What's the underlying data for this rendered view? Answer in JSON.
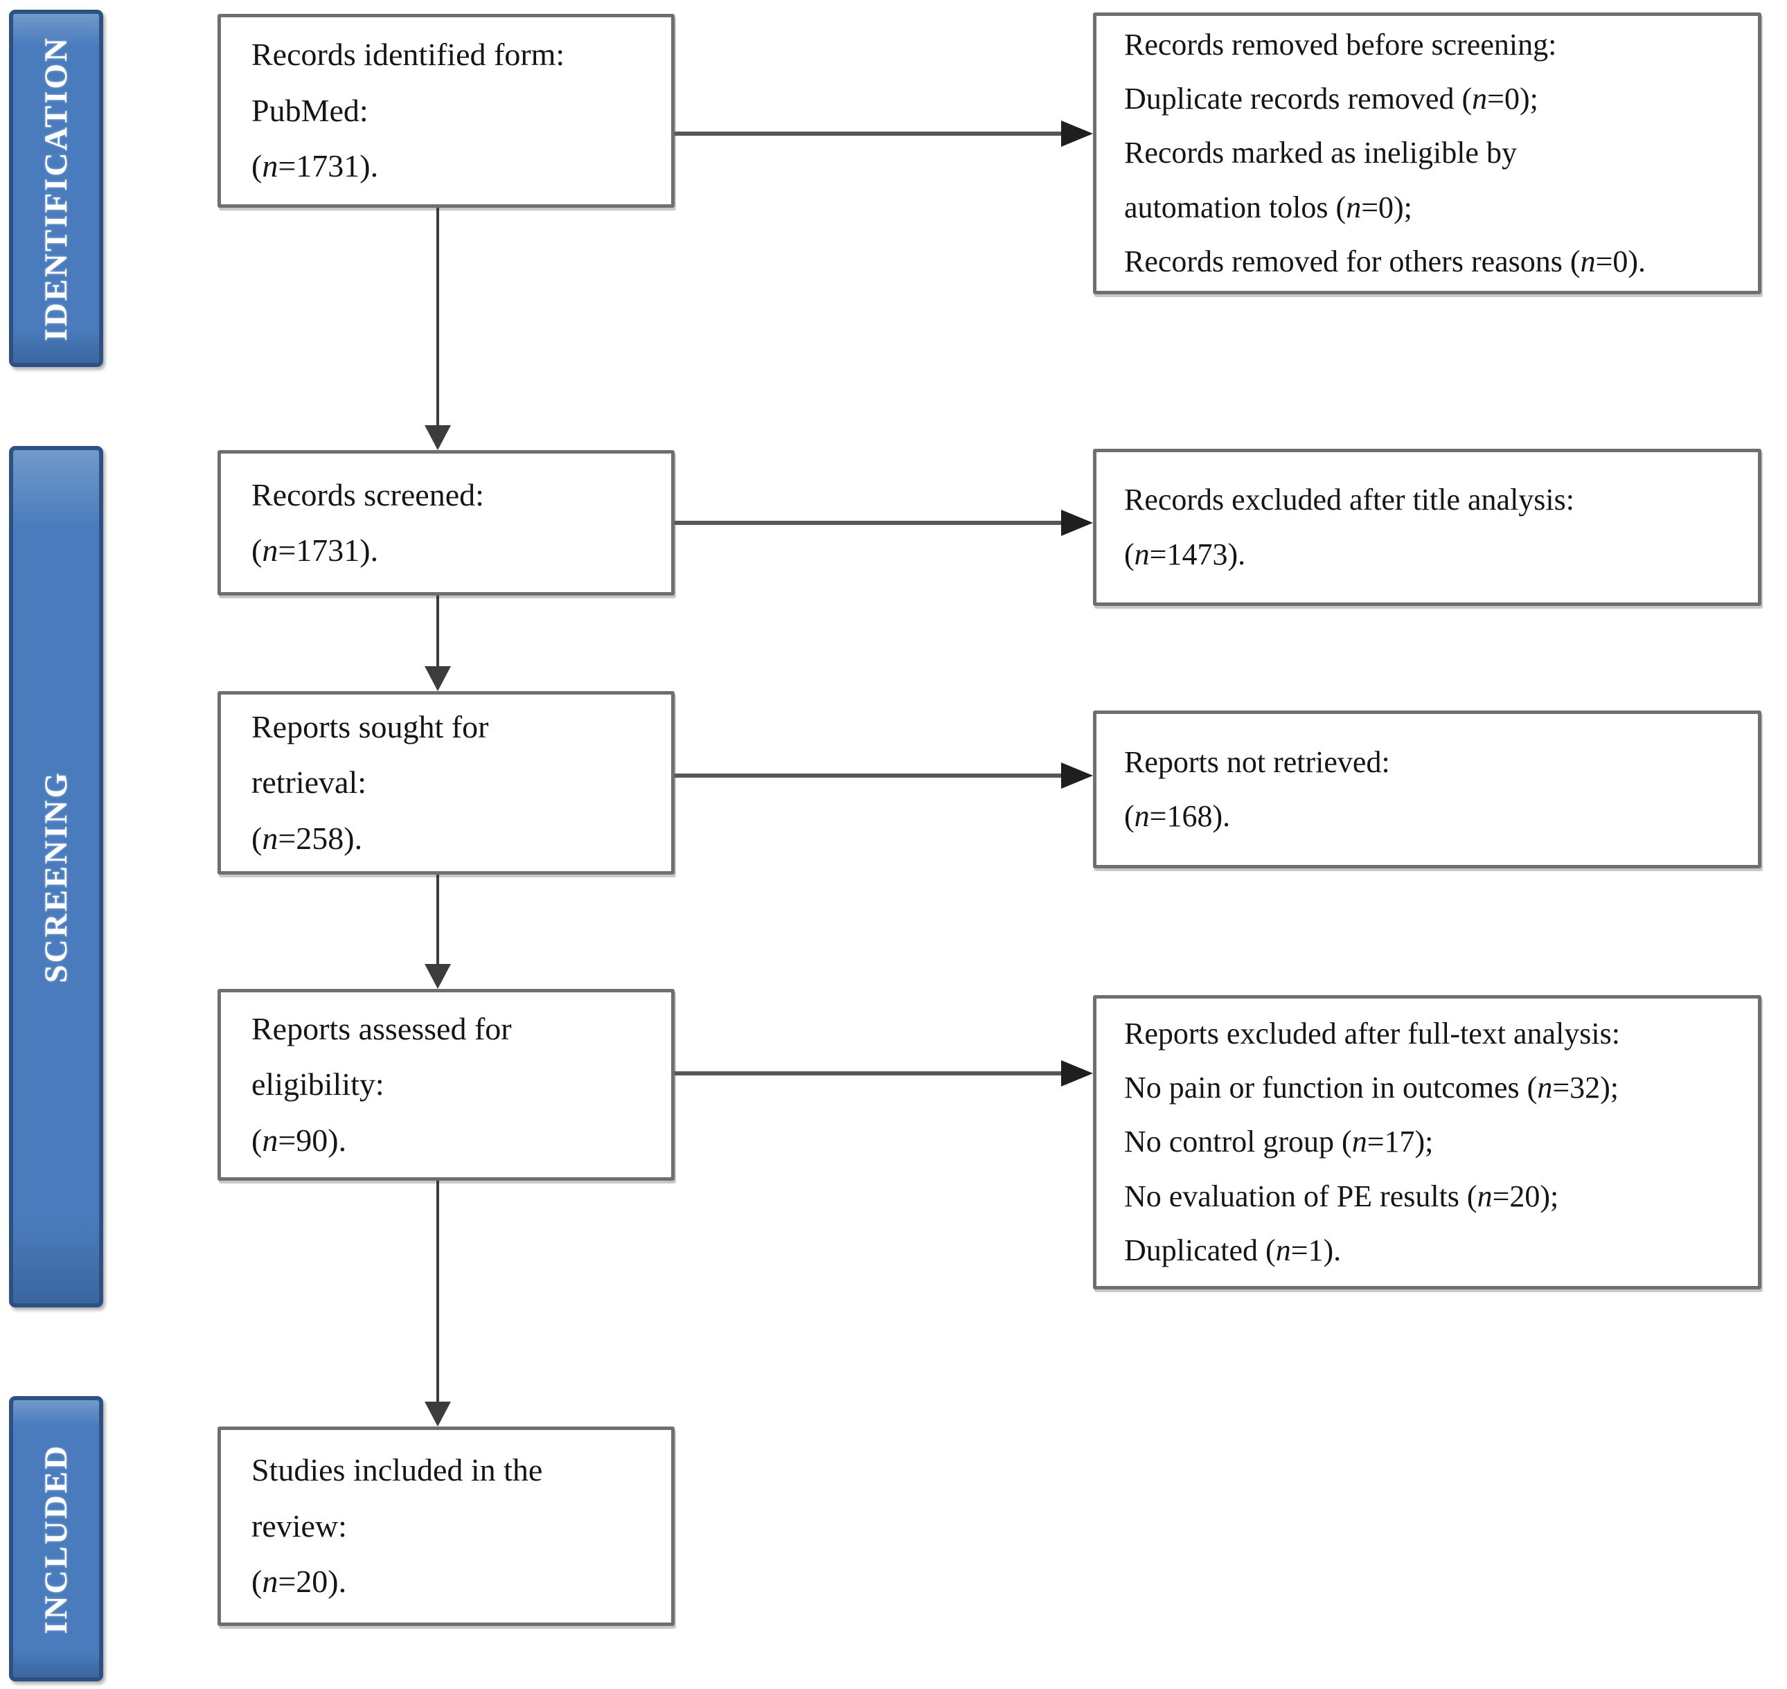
{
  "stages": [
    {
      "label": "IDENTIFICATION"
    },
    {
      "label": "SCREENING"
    },
    {
      "label": "INCLUDED"
    }
  ],
  "left_boxes": [
    {
      "lines": [
        "Records identified form:",
        "PubMed:",
        "(n=1731)."
      ]
    },
    {
      "lines": [
        "Records screened:",
        "(n=1731)."
      ]
    },
    {
      "lines": [
        "Reports sought for",
        "retrieval:",
        "(n=258)."
      ]
    },
    {
      "lines": [
        "Reports assessed for",
        "eligibility:",
        "(n=90)."
      ]
    },
    {
      "lines": [
        "Studies included in the",
        "review:",
        "(n=20)."
      ]
    }
  ],
  "right_boxes": [
    {
      "lines": [
        "Records removed before screening:",
        "Duplicate records removed (n=0);",
        "Records marked as ineligible by",
        "automation tolos (n=0);",
        "Records removed for others reasons (n=0)."
      ]
    },
    {
      "lines": [
        "Records excluded after title analysis:",
        "(n=1473)."
      ]
    },
    {
      "lines": [
        "Reports not retrieved:",
        "(n=168)."
      ]
    },
    {
      "lines": [
        "Reports excluded after full-text analysis:",
        "No pain or function in outcomes (n=32);",
        "No control group (n=17);",
        "No evaluation of PE results (n=20);",
        "Duplicated (n=1)."
      ]
    }
  ],
  "colors": {
    "stage_fill": "#4a7cbd",
    "stage_border": "#2d5183",
    "stage_text": "#ffffff",
    "box_fill": "#ffffff",
    "box_border": "#6f6f6f",
    "arrow": "#3c3c3c",
    "text": "#151515"
  }
}
